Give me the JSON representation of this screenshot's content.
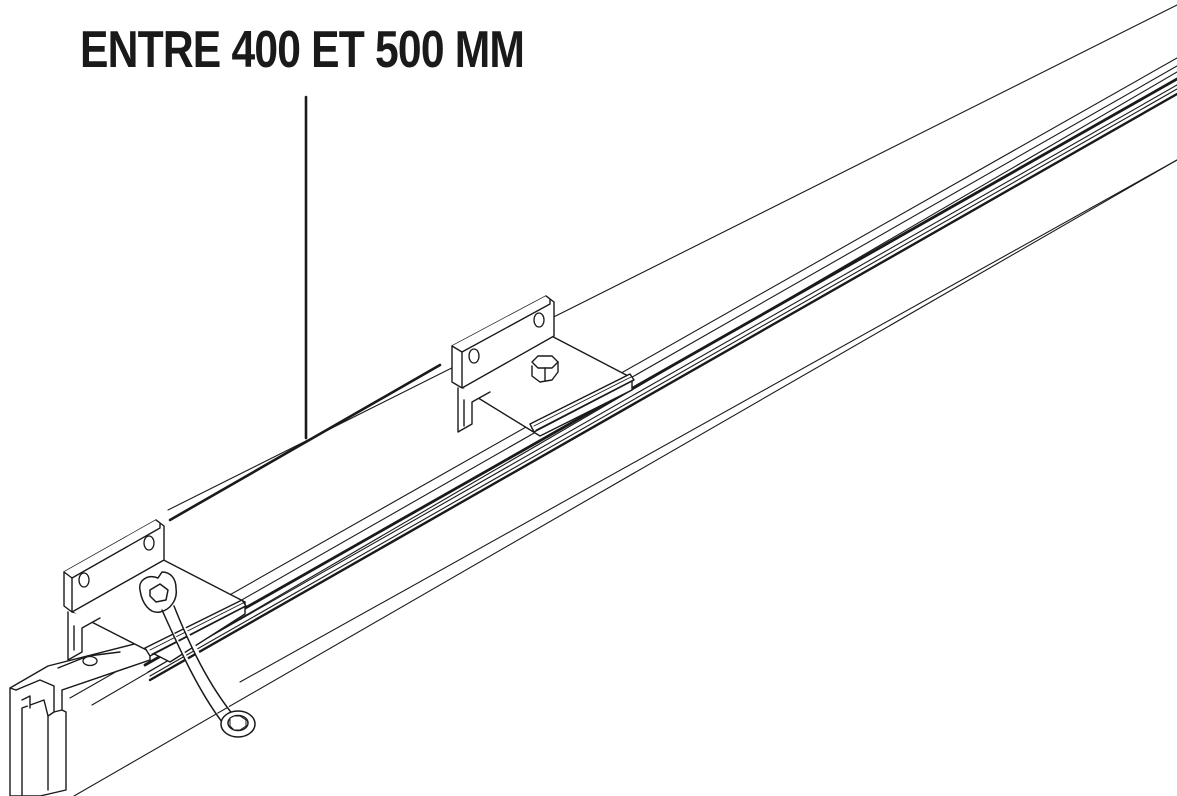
{
  "title": "ENTRE 400 ET 500 MM",
  "colors": {
    "line": "#1a1a1a",
    "fill": "#ffffff",
    "background": "#ffffff"
  },
  "parts": {
    "rail": {
      "icon": "aluminium-rail-profile"
    },
    "brackets": [
      {
        "icon": "mounting-bracket"
      },
      {
        "icon": "mounting-bracket"
      }
    ],
    "bolt": {
      "icon": "hex-bolt-icon"
    },
    "wrench": {
      "icon": "combination-wrench-icon"
    },
    "callout": {
      "icon": "leader-line"
    }
  }
}
